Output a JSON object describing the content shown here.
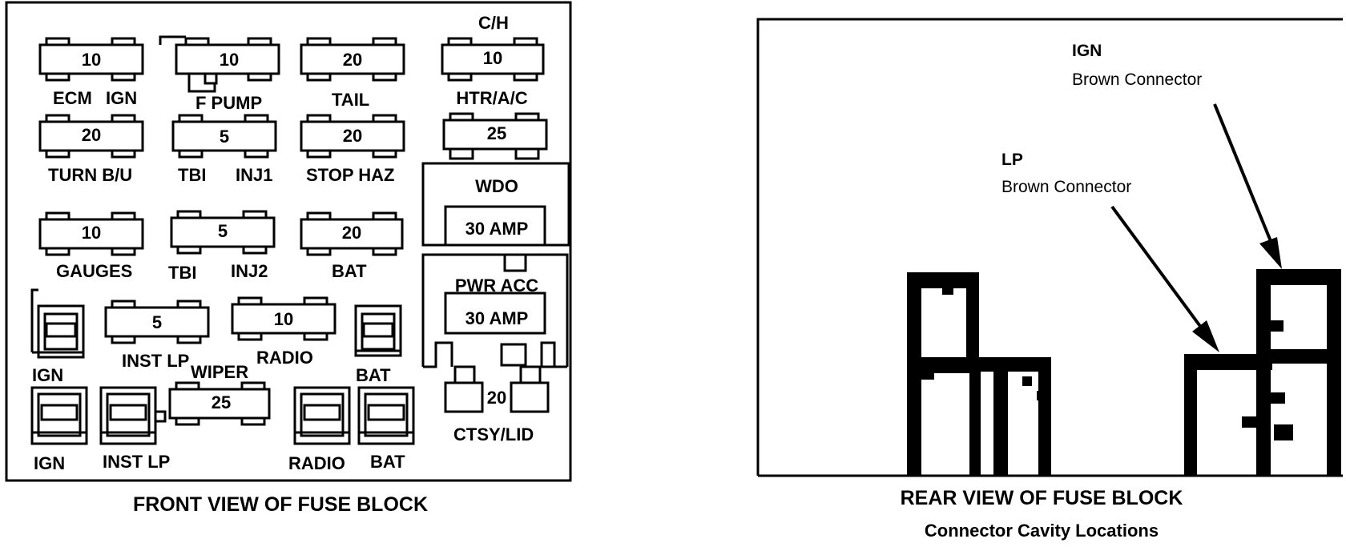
{
  "front": {
    "caption": "FRONT VIEW OF FUSE BLOCK",
    "fuses": [
      {
        "value": "10",
        "label_a": "ECM",
        "label_b": "IGN"
      },
      {
        "value": "10",
        "label": "F PUMP"
      },
      {
        "value": "20",
        "label": "TAIL"
      },
      {
        "value": "10",
        "label_top": "C/H",
        "label": "HTR/A/C"
      },
      {
        "value": "20",
        "label": "TURN B/U"
      },
      {
        "value": "5",
        "label_a": "TBI",
        "label_b": "INJ1"
      },
      {
        "value": "20",
        "label": "STOP HAZ"
      },
      {
        "value": "25"
      },
      {
        "value": "10",
        "label": "GAUGES"
      },
      {
        "value": "5",
        "label_a": "TBI",
        "label_b": "INJ2"
      },
      {
        "value": "20",
        "label": "BAT"
      },
      {
        "value": "5",
        "label": "INST LP"
      },
      {
        "value": "10",
        "label": "RADIO"
      },
      {
        "value": "25",
        "label": "WIPER"
      },
      {
        "value": "20",
        "label": "CTSY/LID"
      }
    ],
    "breakers": [
      {
        "title": "WDO",
        "rating": "30 AMP"
      },
      {
        "title": "PWR ACC",
        "rating": "30 AMP"
      }
    ],
    "connectors": [
      {
        "label": "IGN"
      },
      {
        "label": "BAT"
      },
      {
        "label": "IGN"
      },
      {
        "label": "INST LP"
      },
      {
        "label": "RADIO"
      },
      {
        "label": "BAT"
      }
    ]
  },
  "rear": {
    "caption": "REAR VIEW OF FUSE BLOCK",
    "subcaption": "Connector Cavity Locations",
    "callouts": [
      {
        "title": "IGN",
        "desc": "Brown Connector"
      },
      {
        "title": "LP",
        "desc": "Brown Connector"
      }
    ]
  }
}
